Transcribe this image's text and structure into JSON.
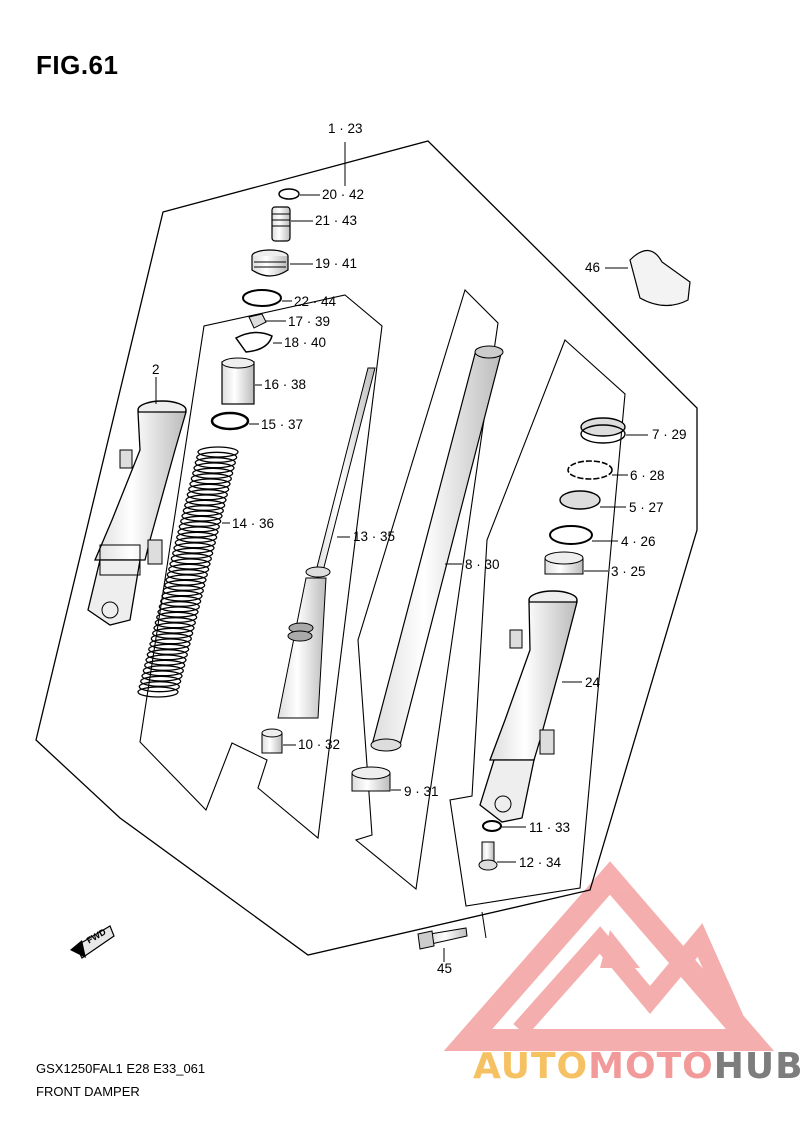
{
  "figure": {
    "title": "FIG.61",
    "model_code": "GSX1250FAL1 E28 E33_061",
    "description": "FRONT DAMPER"
  },
  "fwd_badge": "FWD",
  "watermark": {
    "part1": "AUTO",
    "part2": "MOTO",
    "part3": "HUB",
    "colors": {
      "auto": "#f5c163",
      "moto": "#f29a9a",
      "hub": "#7d7d7d",
      "logo": "#f4a0a0"
    }
  },
  "callouts": [
    {
      "id": "1-23",
      "text": "1 · 23"
    },
    {
      "id": "20-42",
      "text": "20 · 42"
    },
    {
      "id": "21-43",
      "text": "21 · 43"
    },
    {
      "id": "19-41",
      "text": "19 · 41"
    },
    {
      "id": "22-44",
      "text": "22 · 44"
    },
    {
      "id": "17-39",
      "text": "17 · 39"
    },
    {
      "id": "18-40",
      "text": "18 · 40"
    },
    {
      "id": "16-38",
      "text": "16 · 38"
    },
    {
      "id": "15-37",
      "text": "15 · 37"
    },
    {
      "id": "14-36",
      "text": "14 · 36"
    },
    {
      "id": "13-35",
      "text": "13 · 35"
    },
    {
      "id": "10-32",
      "text": "10 · 32"
    },
    {
      "id": "8-30",
      "text": "8 · 30"
    },
    {
      "id": "9-31",
      "text": "9 · 31"
    },
    {
      "id": "2",
      "text": "2"
    },
    {
      "id": "46",
      "text": "46"
    },
    {
      "id": "7-29",
      "text": "7 · 29"
    },
    {
      "id": "6-28",
      "text": "6 · 28"
    },
    {
      "id": "5-27",
      "text": "5 · 27"
    },
    {
      "id": "4-26",
      "text": "4 · 26"
    },
    {
      "id": "3-25",
      "text": "3 · 25"
    },
    {
      "id": "24",
      "text": "24"
    },
    {
      "id": "11-33",
      "text": "11 · 33"
    },
    {
      "id": "12-34",
      "text": "12 · 34"
    },
    {
      "id": "45",
      "text": "45"
    }
  ]
}
